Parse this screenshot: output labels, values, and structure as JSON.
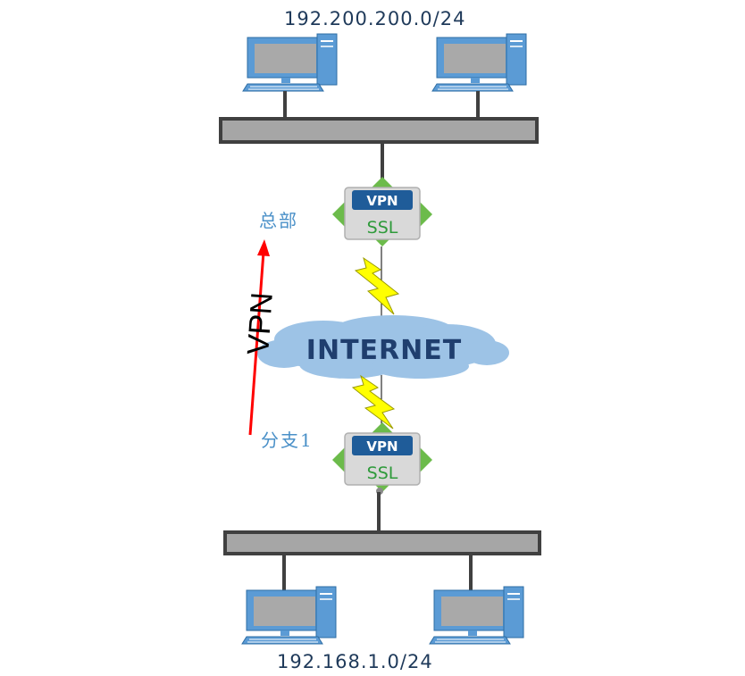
{
  "networks": {
    "top_subnet": "192.200.200.0/24",
    "bottom_subnet": "192.168.1.0/24"
  },
  "sites": {
    "hq_label": "总部",
    "branch_label": "分支1"
  },
  "devices": {
    "hq_gateway": {
      "badge": "VPN",
      "protocol": "SSL"
    },
    "branch_gateway": {
      "badge": "VPN",
      "protocol": "SSL"
    }
  },
  "cloud": {
    "label": "INTERNET"
  },
  "tunnel": {
    "label": "VPN"
  },
  "colors": {
    "switch_fill": "#a6a6a6",
    "switch_stroke": "#404040",
    "monitor_blue": "#5b9bd5",
    "screen_gray": "#a9a9a9",
    "cloud_blue": "#9dc3e6",
    "lightning_yellow": "#ffff00",
    "arrow_red": "#ff0000",
    "vpn_badge_blue": "#1f5c99",
    "device_green": "#6cbb4b"
  }
}
